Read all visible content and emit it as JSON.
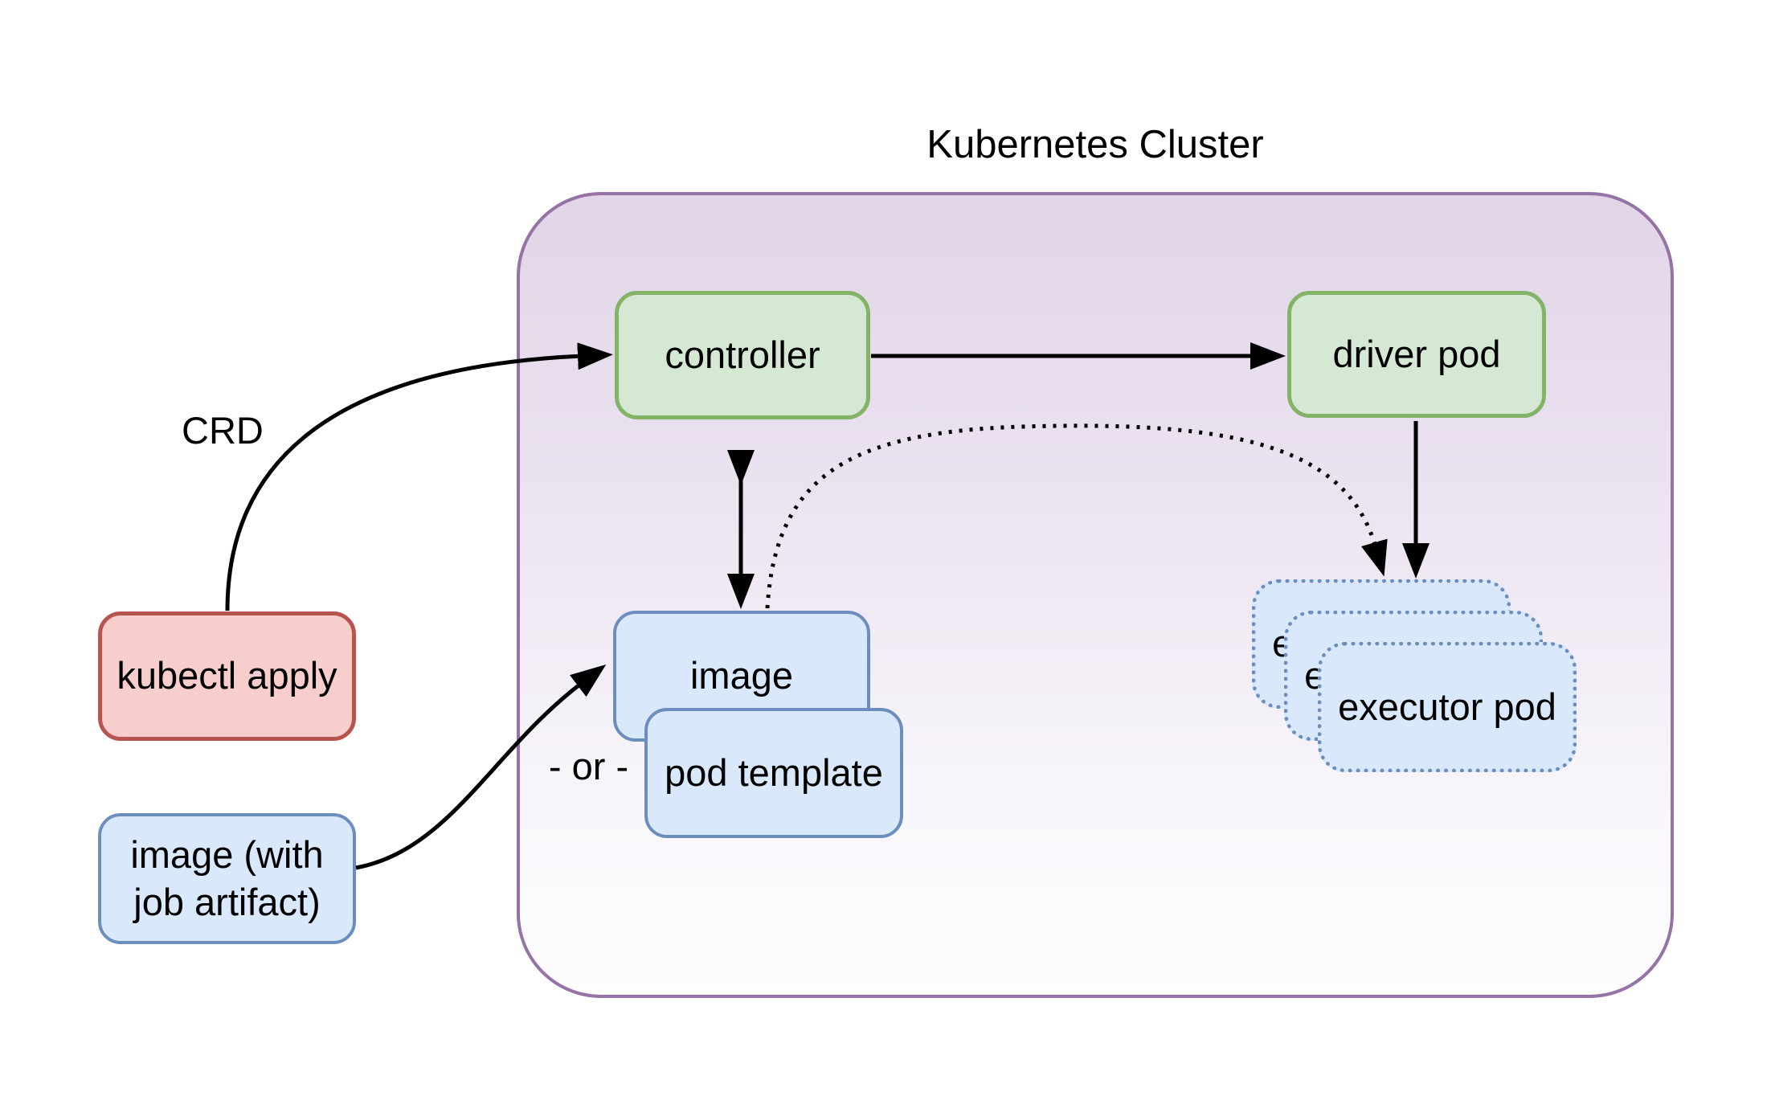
{
  "diagram": {
    "title": "Kubernetes Cluster",
    "labels": {
      "crd": "CRD",
      "or_divider": "- or -"
    },
    "nodes": {
      "kubectl_apply": {
        "label": "kubectl apply"
      },
      "job_image": {
        "label": "image (with\njob artifact)"
      },
      "controller": {
        "label": "controller"
      },
      "driver_pod": {
        "label": "driver pod"
      },
      "image": {
        "label": "image"
      },
      "pod_template": {
        "label": "pod template"
      },
      "executor_back": {
        "label": "executor pod"
      },
      "executor_middle": {
        "label": "executor pod"
      },
      "executor_front": {
        "label": "executor pod"
      }
    },
    "colors": {
      "cluster_fill_top": "#e1d5e7",
      "cluster_fill_bottom": "#fdfdfe",
      "cluster_border": "#9673a6",
      "green_fill": "#d5e8d4",
      "green_border": "#82b366",
      "blue_fill": "#dae8fc",
      "blue_border": "#6c8ebf",
      "red_fill": "#f8cecc",
      "red_border": "#b85450",
      "edge": "#000000"
    }
  }
}
